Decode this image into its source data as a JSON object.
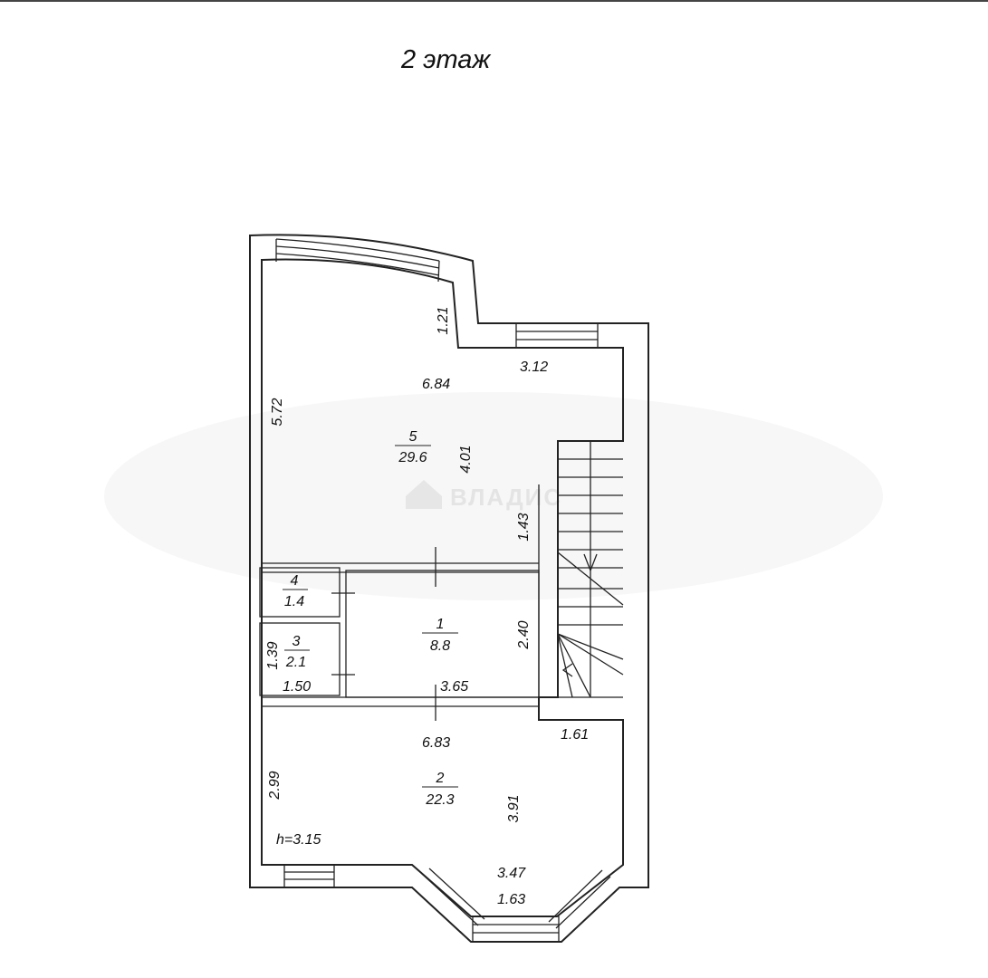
{
  "title": "2 этаж",
  "watermark": "ВЛАДИС",
  "ceiling_height": "h=3.15",
  "rooms": [
    {
      "number": "5",
      "area": "29.6"
    },
    {
      "number": "4",
      "area": "1.4"
    },
    {
      "number": "3",
      "area": "2.1"
    },
    {
      "number": "1",
      "area": "8.8"
    },
    {
      "number": "2",
      "area": "22.3"
    }
  ],
  "dimensions": {
    "d_121": "1.21",
    "d_312": "3.12",
    "d_684": "6.84",
    "d_572": "5.72",
    "d_401": "4.01",
    "d_143": "1.43",
    "d_240": "2.40",
    "d_139": "1.39",
    "d_150": "1.50",
    "d_365": "3.65",
    "d_683": "6.83",
    "d_161": "1.61",
    "d_299": "2.99",
    "d_391": "3.91",
    "d_347": "3.47",
    "d_163": "1.63"
  }
}
